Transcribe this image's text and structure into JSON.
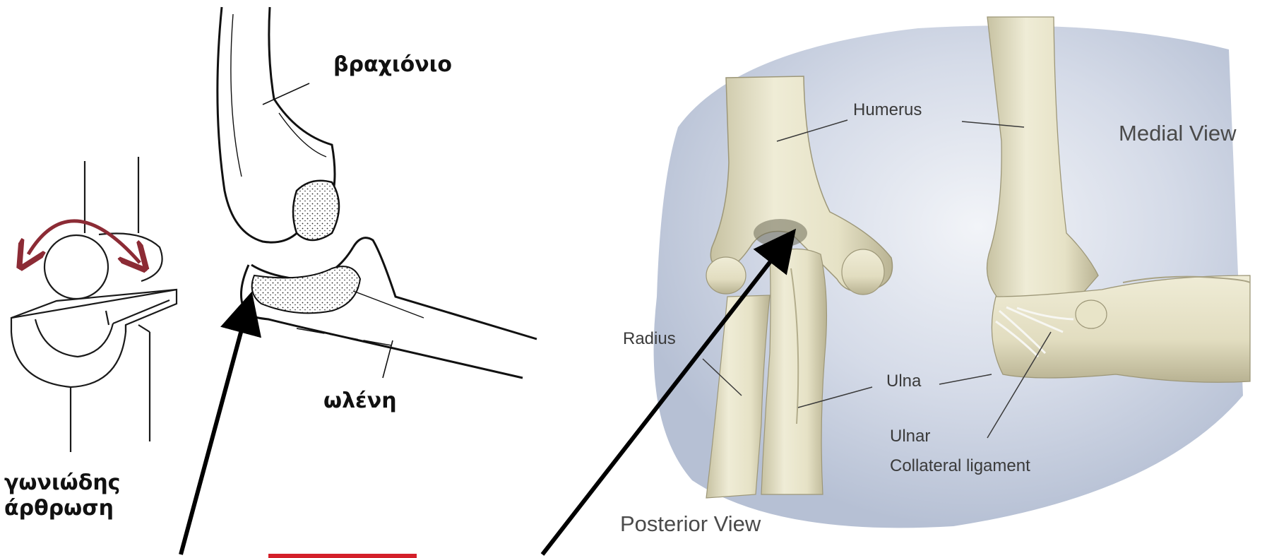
{
  "left_diagram": {
    "humerus_label": "βραχιόνιο",
    "ulna_label": "ωλένη",
    "hinge_joint_label_line1": "γωνιώδης",
    "hinge_joint_label_line2": "άρθρωση"
  },
  "right_illustration": {
    "humerus_label": "Humerus",
    "radius_label": "Radius",
    "ulna_label": "Ulna",
    "ucl_label_line1": "Ulnar",
    "ucl_label_line2": "Collateral ligament",
    "medial_view_label": "Medial View",
    "posterior_view_label": "Posterior View"
  },
  "colors": {
    "rotation_arrow": "#8c2b35",
    "backdrop": "#c9d1e1",
    "bone_fill": "#e9e6cd",
    "bone_shadow": "#bdb796",
    "bottom_bar_accent": "#d4202a"
  }
}
